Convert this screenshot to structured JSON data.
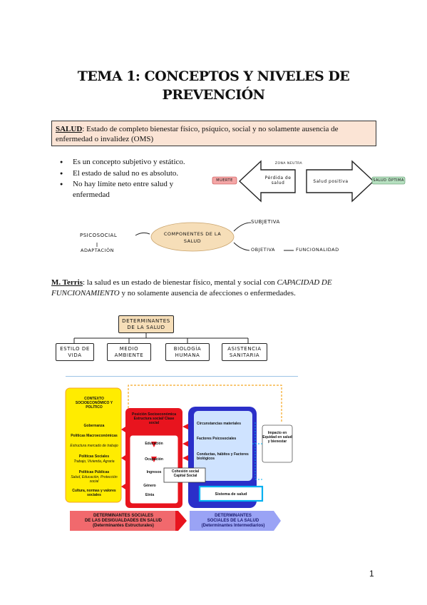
{
  "title": {
    "line1": "TEMA 1: CONCEPTOS Y NIVELES DE",
    "line2": "PREVENCIÓN"
  },
  "salud_def": {
    "term": "SALUD",
    "text": ": Estado de completo bienestar físico, psíquico, social y no solamente ausencia de enfermedad o invalidez (OMS)"
  },
  "bullets": [
    "Es un concepto subjetivo y estático.",
    "El estado de salud no es absoluto.",
    "No hay límite neto entre salud y enfermedad"
  ],
  "arrow_diagram": {
    "left_tag": "MUERTE",
    "left_text": "Pérdida de salud",
    "top_label": "ZONA NEUTRA",
    "right_text": "Salud positiva",
    "right_tag": "SALUD ÓPTIMA"
  },
  "components": {
    "center": "COMPONENTES DE LA SALUD",
    "left_top": "PSICOSOCIAL",
    "left_bottom": "ADAPTACIÓN",
    "right_top": "SUBJETIVA",
    "right_bottom_a": "OBJETIVA",
    "right_bottom_b": "FUNCIONALIDAD"
  },
  "terris": {
    "name": "M. Terris",
    "text1": ": la salud es un estado de bienestar físico, mental y social con ",
    "italic": "CAPACIDAD DE FUNCIONAMIENTO",
    "text2": " y no solamente ausencia de afecciones o enfermedades."
  },
  "determinantes": {
    "root": "DETERMINANTES DE LA SALUD",
    "children": [
      "ESTILO DE VIDA",
      "MEDIO AMBIENTE",
      "BIOLOGÍA HUMANA",
      "ASISTENCIA SANITARIA"
    ]
  },
  "sdh": {
    "contexto_title": "CONTEXTO SOCIOECONÓMICO Y POLÍTICO",
    "contexto_items": [
      "Gobernanza",
      "Políticas Macroeconómicas",
      "Estructura mercado de trabajo",
      "Políticas Sociales",
      "Trabajo, Vivienda, Agraria",
      "Políticas Públicas",
      "Salud, Educación, Protección social",
      "Cultura, normas y valores sociales"
    ],
    "red_items": [
      "Posición Socioeconómica Estructura social/ Clase social",
      "Educación",
      "Ocupación",
      "Ingresos",
      "Género",
      "Etnia"
    ],
    "cohesion": "Cohesión social Capital Social",
    "blue_items": [
      "Circunstancias materiales",
      "Factores Psicosociales",
      "Conductas, hábitos y Factores biológicos"
    ],
    "sistema": "Sistema de salud",
    "impacto": "Impacto en Equidad en salud y bienestar",
    "bottom_left": [
      "DETERMINANTES SOCIALES",
      "DE LAS DESIGUALDADES EN SALUD",
      "(Determinantes Estructurales)"
    ],
    "bottom_right": [
      "DETERMINANTES",
      "SOCIALES DE LA SALUD",
      "(Determinantes Intermediarios)"
    ]
  },
  "page_number": "1",
  "colors": {
    "salud_box": "#fbe4d5",
    "yellow": "#ffec00",
    "red": "#e8141e",
    "blue": "#2b2fc9",
    "cyan": "#00b0f0"
  }
}
